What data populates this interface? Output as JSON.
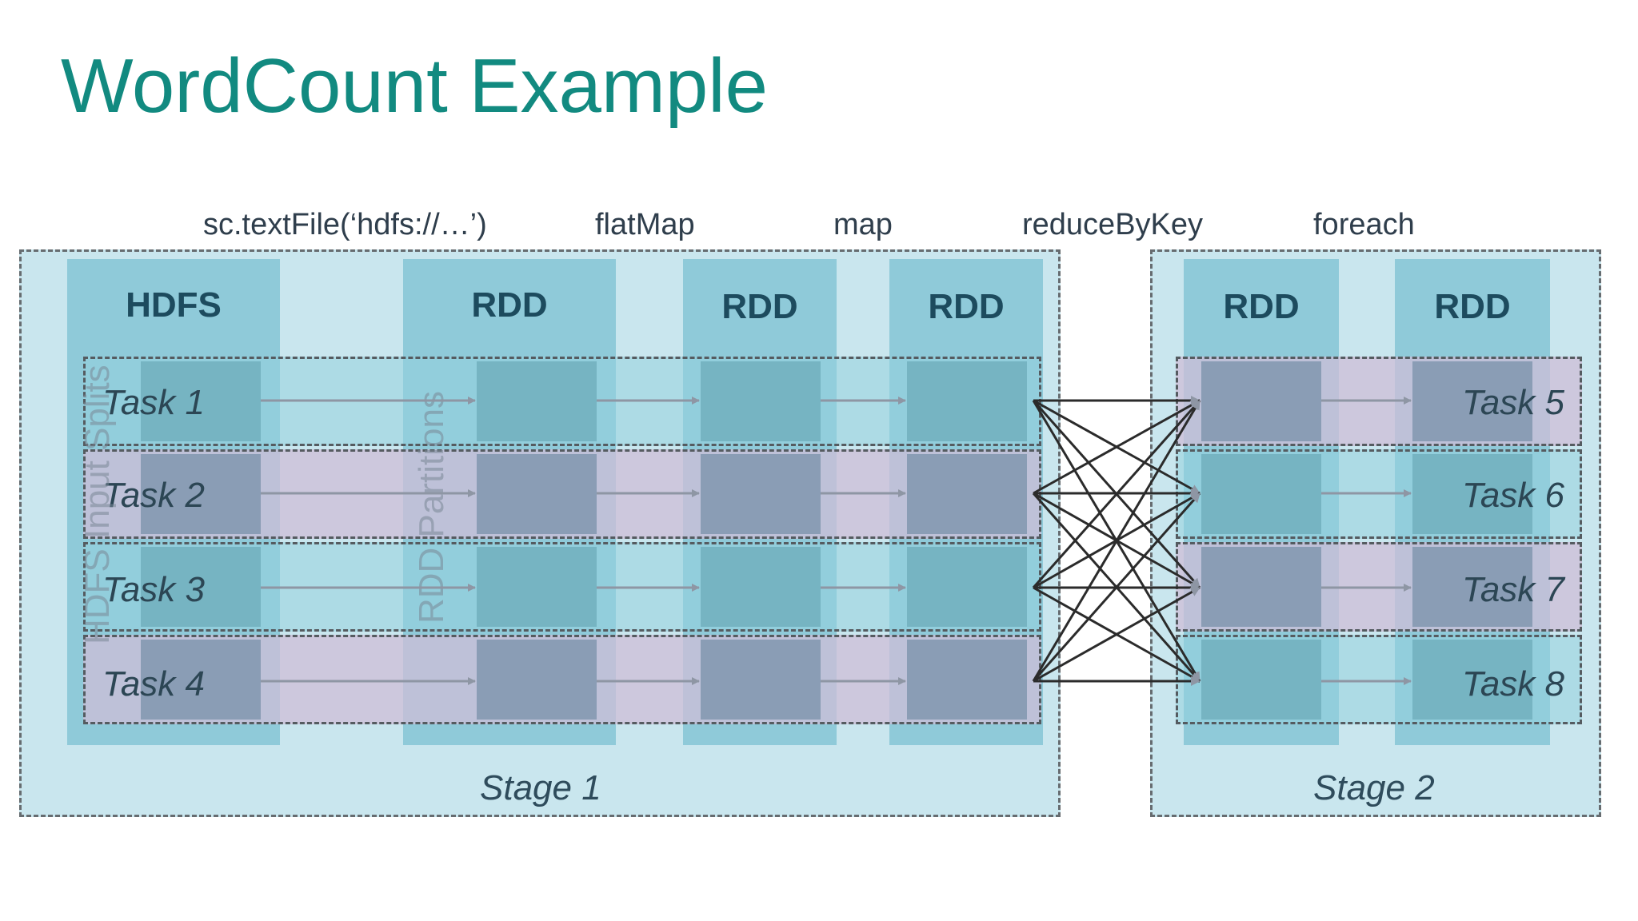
{
  "title": "WordCount Example",
  "operations": [
    "sc.textFile(‘hdfs://…’)",
    "flatMap",
    "map",
    "reduceByKey",
    "foreach"
  ],
  "stage1": {
    "label": "Stage 1",
    "columns": [
      "HDFS",
      "RDD",
      "RDD",
      "RDD"
    ],
    "vertical_labels": [
      "HDFS Input Splits",
      "RDD Partitions"
    ],
    "tasks": [
      "Task 1",
      "Task 2",
      "Task 3",
      "Task 4"
    ]
  },
  "stage2": {
    "label": "Stage 2",
    "columns": [
      "RDD",
      "RDD"
    ],
    "tasks": [
      "Task 5",
      "Task 6",
      "Task 7",
      "Task 8"
    ]
  },
  "colors": {
    "title": "#128a80",
    "stage_bg": "#c9e6ee",
    "column": "#8fcad9",
    "block_teal": "#76b4c2",
    "block_purple": "#8a9db5"
  }
}
